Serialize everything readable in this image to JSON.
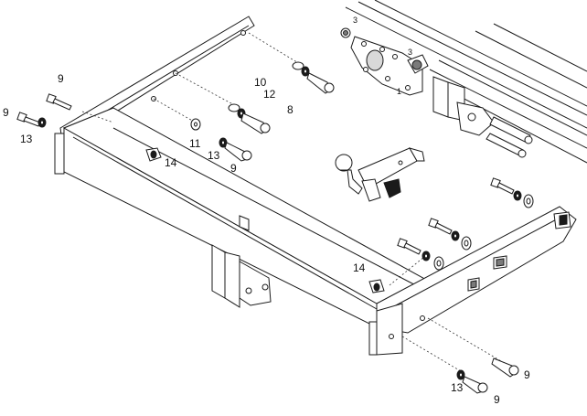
{
  "diagram": {
    "callouts": [
      {
        "id": "c3a",
        "text": "3"
      },
      {
        "id": "c3b",
        "text": "3"
      },
      {
        "id": "c1",
        "text": "1"
      },
      {
        "id": "c9a",
        "text": "9"
      },
      {
        "id": "c9b",
        "text": "9"
      },
      {
        "id": "c13a",
        "text": "13"
      },
      {
        "id": "c10",
        "text": "10"
      },
      {
        "id": "c12",
        "text": "12"
      },
      {
        "id": "c8",
        "text": "8"
      },
      {
        "id": "c11",
        "text": "11"
      },
      {
        "id": "c13b",
        "text": "13"
      },
      {
        "id": "c9c",
        "text": "9"
      },
      {
        "id": "c14a",
        "text": "14"
      },
      {
        "id": "c14b",
        "text": "14"
      },
      {
        "id": "c9d",
        "text": "9"
      },
      {
        "id": "c13c",
        "text": "13"
      },
      {
        "id": "c9e",
        "text": "9"
      }
    ]
  }
}
